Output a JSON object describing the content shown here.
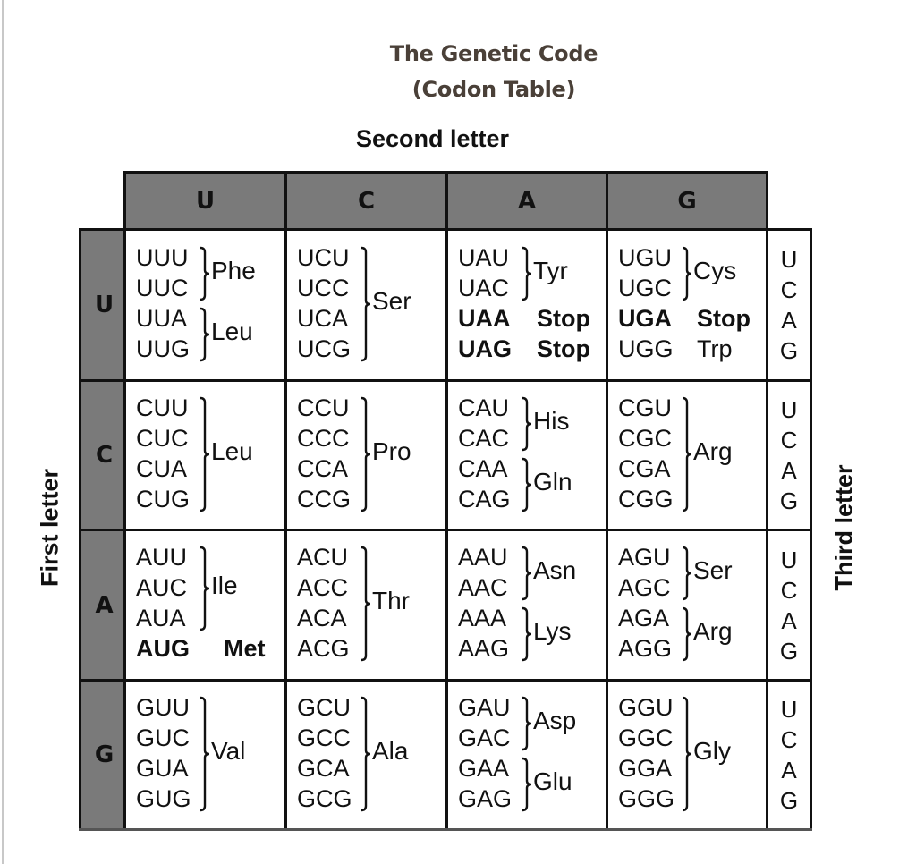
{
  "title": {
    "line1": "The Genetic Code",
    "line2": "(Codon Table)"
  },
  "labels": {
    "second": "Second letter",
    "first": "First letter",
    "third": "Third letter"
  },
  "colors": {
    "header_fill": "#7a7a7a",
    "border": "#111111",
    "title": "#4a4038"
  },
  "bases": [
    "U",
    "C",
    "A",
    "G"
  ],
  "rows": [
    {
      "first": "U",
      "cells": [
        {
          "second": "U",
          "codons": [
            "UUU",
            "UUC",
            "UUA",
            "UUG"
          ],
          "groups": [
            {
              "from": 0,
              "to": 1,
              "aa": "Phe"
            },
            {
              "from": 2,
              "to": 3,
              "aa": "Leu"
            }
          ]
        },
        {
          "second": "C",
          "codons": [
            "UCU",
            "UCC",
            "UCA",
            "UCG"
          ],
          "groups": [
            {
              "from": 0,
              "to": 3,
              "aa": "Ser"
            }
          ]
        },
        {
          "second": "A",
          "codons": [
            "UAU",
            "UAC",
            "UAA",
            "UAG"
          ],
          "bold": [
            2,
            3
          ],
          "groups": [
            {
              "from": 0,
              "to": 1,
              "aa": "Tyr"
            },
            {
              "from": 2,
              "to": 2,
              "aa": "Stop",
              "bold": true
            },
            {
              "from": 3,
              "to": 3,
              "aa": "Stop",
              "bold": true
            }
          ]
        },
        {
          "second": "G",
          "codons": [
            "UGU",
            "UGC",
            "UGA",
            "UGG"
          ],
          "bold": [
            2
          ],
          "groups": [
            {
              "from": 0,
              "to": 1,
              "aa": "Cys"
            },
            {
              "from": 2,
              "to": 2,
              "aa": "Stop",
              "bold": true
            },
            {
              "from": 3,
              "to": 3,
              "aa": "Trp"
            }
          ]
        }
      ],
      "third": [
        "U",
        "C",
        "A",
        "G"
      ]
    },
    {
      "first": "C",
      "cells": [
        {
          "second": "U",
          "codons": [
            "CUU",
            "CUC",
            "CUA",
            "CUG"
          ],
          "groups": [
            {
              "from": 0,
              "to": 3,
              "aa": "Leu"
            }
          ]
        },
        {
          "second": "C",
          "codons": [
            "CCU",
            "CCC",
            "CCA",
            "CCG"
          ],
          "groups": [
            {
              "from": 0,
              "to": 3,
              "aa": "Pro"
            }
          ]
        },
        {
          "second": "A",
          "codons": [
            "CAU",
            "CAC",
            "CAA",
            "CAG"
          ],
          "groups": [
            {
              "from": 0,
              "to": 1,
              "aa": "His"
            },
            {
              "from": 2,
              "to": 3,
              "aa": "Gln"
            }
          ]
        },
        {
          "second": "G",
          "codons": [
            "CGU",
            "CGC",
            "CGA",
            "CGG"
          ],
          "groups": [
            {
              "from": 0,
              "to": 3,
              "aa": "Arg"
            }
          ]
        }
      ],
      "third": [
        "U",
        "C",
        "A",
        "G"
      ]
    },
    {
      "first": "A",
      "cells": [
        {
          "second": "U",
          "codons": [
            "AUU",
            "AUC",
            "AUA",
            "AUG"
          ],
          "bold": [
            3
          ],
          "groups": [
            {
              "from": 0,
              "to": 2,
              "aa": "Ile"
            },
            {
              "from": 3,
              "to": 3,
              "aa": "Met",
              "bold": true
            }
          ]
        },
        {
          "second": "C",
          "codons": [
            "ACU",
            "ACC",
            "ACA",
            "ACG"
          ],
          "groups": [
            {
              "from": 0,
              "to": 3,
              "aa": "Thr"
            }
          ]
        },
        {
          "second": "A",
          "codons": [
            "AAU",
            "AAC",
            "AAA",
            "AAG"
          ],
          "groups": [
            {
              "from": 0,
              "to": 1,
              "aa": "Asn"
            },
            {
              "from": 2,
              "to": 3,
              "aa": "Lys"
            }
          ]
        },
        {
          "second": "G",
          "codons": [
            "AGU",
            "AGC",
            "AGA",
            "AGG"
          ],
          "groups": [
            {
              "from": 0,
              "to": 1,
              "aa": "Ser"
            },
            {
              "from": 2,
              "to": 3,
              "aa": "Arg"
            }
          ]
        }
      ],
      "third": [
        "U",
        "C",
        "A",
        "G"
      ]
    },
    {
      "first": "G",
      "cells": [
        {
          "second": "U",
          "codons": [
            "GUU",
            "GUC",
            "GUA",
            "GUG"
          ],
          "groups": [
            {
              "from": 0,
              "to": 3,
              "aa": "Val"
            }
          ]
        },
        {
          "second": "C",
          "codons": [
            "GCU",
            "GCC",
            "GCA",
            "GCG"
          ],
          "groups": [
            {
              "from": 0,
              "to": 3,
              "aa": "Ala"
            }
          ]
        },
        {
          "second": "A",
          "codons": [
            "GAU",
            "GAC",
            "GAA",
            "GAG"
          ],
          "groups": [
            {
              "from": 0,
              "to": 1,
              "aa": "Asp"
            },
            {
              "from": 2,
              "to": 3,
              "aa": "Glu"
            }
          ]
        },
        {
          "second": "G",
          "codons": [
            "GGU",
            "GGC",
            "GGA",
            "GGG"
          ],
          "groups": [
            {
              "from": 0,
              "to": 3,
              "aa": "Gly"
            }
          ]
        }
      ],
      "third": [
        "U",
        "C",
        "A",
        "G"
      ]
    }
  ]
}
